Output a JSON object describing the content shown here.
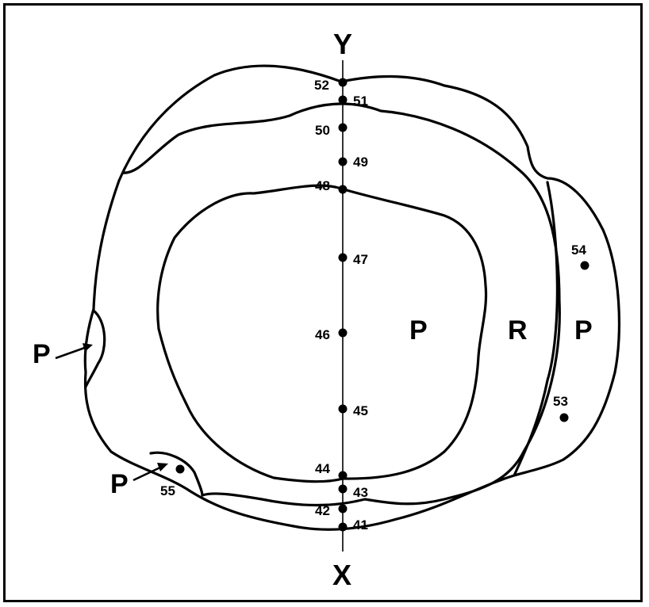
{
  "axis": {
    "top_label": "Y",
    "bottom_label": "X"
  },
  "region_labels": {
    "inner": "P",
    "ring": "R",
    "outer_right": "P"
  },
  "callouts": {
    "left": "P",
    "bottom_left": "P"
  },
  "points": [
    "41",
    "42",
    "43",
    "44",
    "45",
    "46",
    "47",
    "48",
    "49",
    "50",
    "51",
    "52",
    "53",
    "54",
    "55"
  ]
}
